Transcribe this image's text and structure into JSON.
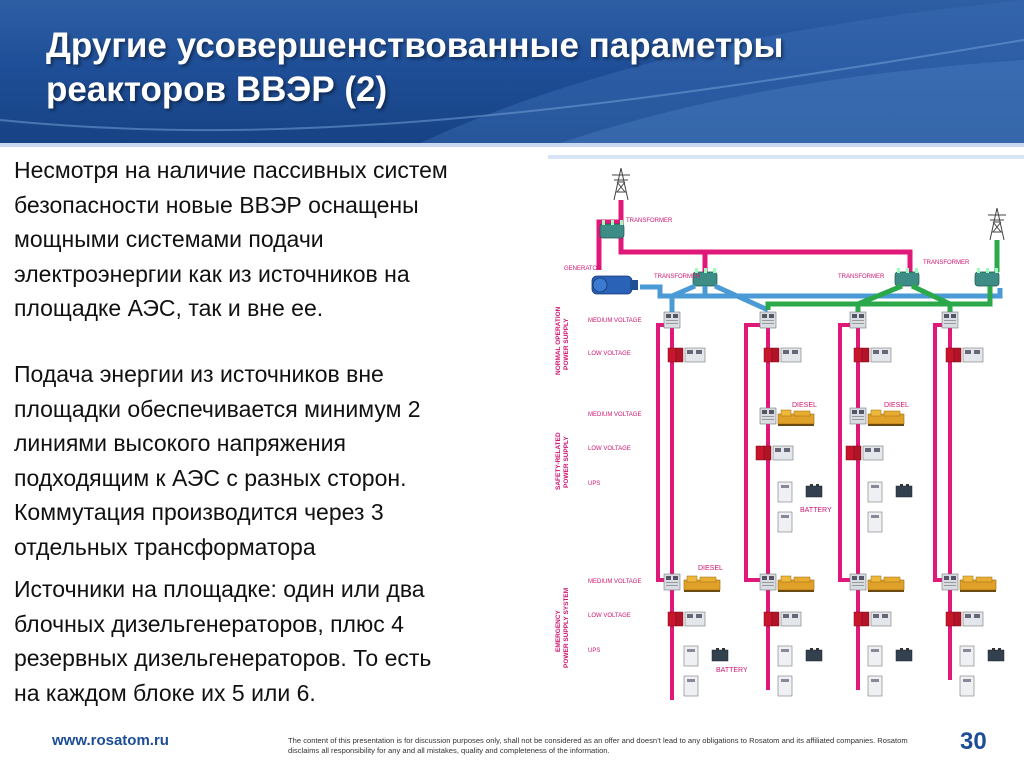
{
  "title": [
    "Другие усовершенствованные параметры",
    "реакторов ВВЭР (2)"
  ],
  "paragraphs": {
    "p1": [
      "Несмотря на наличие пассивных систем",
      "безопасности новые ВВЭР оснащены",
      "мощными системами подачи",
      "электроэнергии как из источников на",
      "площадке АЭС, так и вне ее."
    ],
    "p2": [
      "Подача энергии из источников вне",
      "площадки обеспечивается минимум 2",
      "линиями высокого напряжения",
      "подходящим к АЭС с разных сторон.",
      "Коммутация производится через 3",
      "отдельных трансформатора"
    ],
    "p3": [
      "Источники на площадке: один или два",
      "блочных дизельгенераторов, плюс 4",
      "резервных дизельгенераторов. То есть",
      "на каждом блоке их 5 или 6."
    ]
  },
  "diagram": {
    "transformer_top": "TRANSFORMER",
    "transformer_right": "TRANSFORMER",
    "transformer_mid_left": "TRANSFORMER",
    "transformer_mid_right": "TRANSFORMER",
    "generator": "GENERATOR",
    "medium_voltage": "MEDIUM VOLTAGE",
    "low_voltage": "LOW VOLTAGE",
    "ups": "UPS",
    "diesel": "DIESEL",
    "battery": "BATTERY",
    "section_normal": [
      "NORMAL OPERATION",
      "POWER SUPPLY"
    ],
    "section_safety": [
      "SAFETY-RELATED",
      "POWER SUPPLY"
    ],
    "section_emergency": [
      "EMERGENCY",
      "POWER SUPPLY SYSTEM"
    ],
    "colors": {
      "bus_magenta": "#e0187a",
      "bus_blue": "#4a9ad6",
      "bus_green": "#2aa84a",
      "label": "#d01570"
    }
  },
  "footer": {
    "url": "www.rosatom.ru",
    "disclaimer": "The content of this presentation is for discussion purposes only, shall not be considered as an offer and doesn’t lead to any obligations to Rosatom and its affiliated companies. Rosatom disclaims all responsibility for any and all mistakes, quality and completeness of the information.",
    "page_number": "30"
  }
}
